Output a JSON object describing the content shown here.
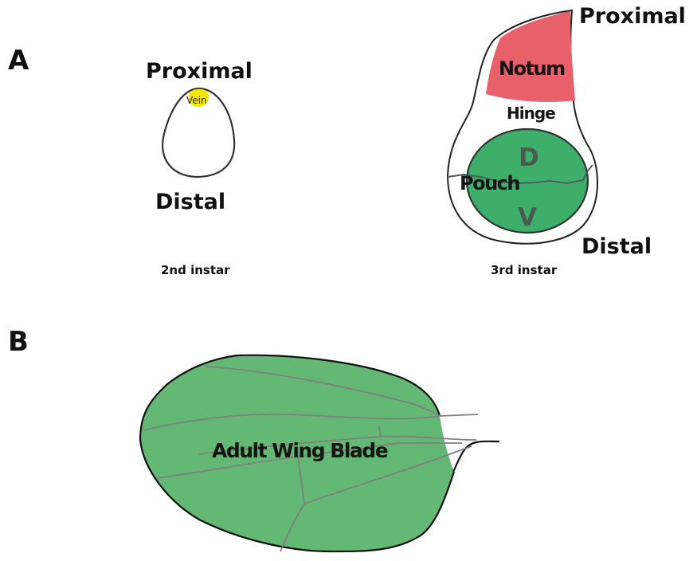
{
  "panels": {
    "a": {
      "letter": "A",
      "second_instar": {
        "proximal_label": "Proximal",
        "vein_label": "Vein",
        "distal_label": "Distal",
        "caption": "2nd instar"
      },
      "third_instar": {
        "proximal_label": "Proximal",
        "notum_label": "Notum",
        "hinge_label": "Hinge",
        "dorsal_label": "D",
        "pouch_label": "Pouch",
        "ventral_label": "V",
        "distal_label": "Distal",
        "caption": "3rd instar"
      }
    },
    "b": {
      "letter": "B",
      "wing_label": "Adult Wing Blade"
    }
  },
  "colors": {
    "vein_yellow": "#f5e60a",
    "notum_red": "#e8606a",
    "pouch_green": "#3daf6a",
    "wing_green": "#63b874",
    "outline": "#333333",
    "vein_line": "#808080"
  }
}
